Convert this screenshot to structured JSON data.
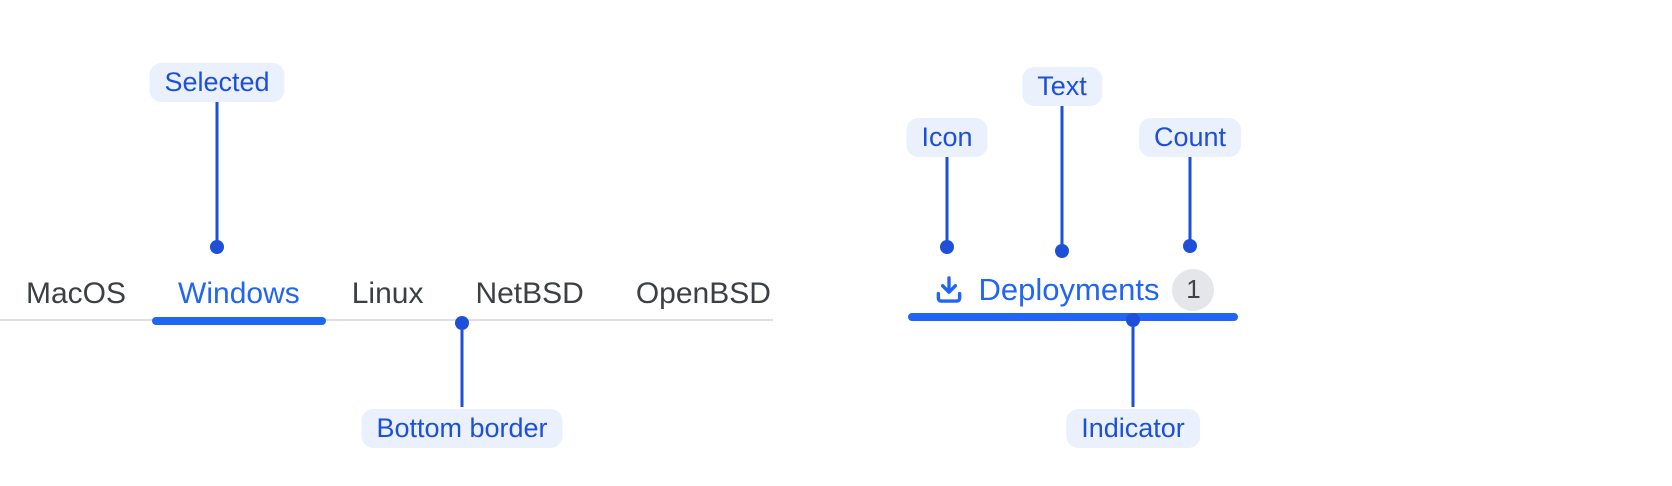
{
  "annotations": {
    "selected": {
      "label": "Selected"
    },
    "bottom_border": {
      "label": "Bottom border"
    },
    "icon": {
      "label": "Icon"
    },
    "text": {
      "label": "Text"
    },
    "count": {
      "label": "Count"
    },
    "indicator": {
      "label": "Indicator"
    }
  },
  "os_tabs": {
    "items": [
      {
        "label": "MacOS",
        "selected": false
      },
      {
        "label": "Windows",
        "selected": true
      },
      {
        "label": "Linux",
        "selected": false
      },
      {
        "label": "NetBSD",
        "selected": false
      },
      {
        "label": "OpenBSD",
        "selected": false
      }
    ]
  },
  "deployments_tab": {
    "icon": "download-icon",
    "label": "Deployments",
    "count": "1"
  },
  "colors": {
    "accent_blue": "#2166F2",
    "annotation_blue": "#1D4FD8",
    "annotation_pill_bg": "#EAF1FD",
    "tab_text_gray": "#3C4043",
    "tabbar_border_gray": "#DDDEE1",
    "count_badge_bg": "#E5E6E9",
    "count_badge_text": "#3F4349"
  }
}
